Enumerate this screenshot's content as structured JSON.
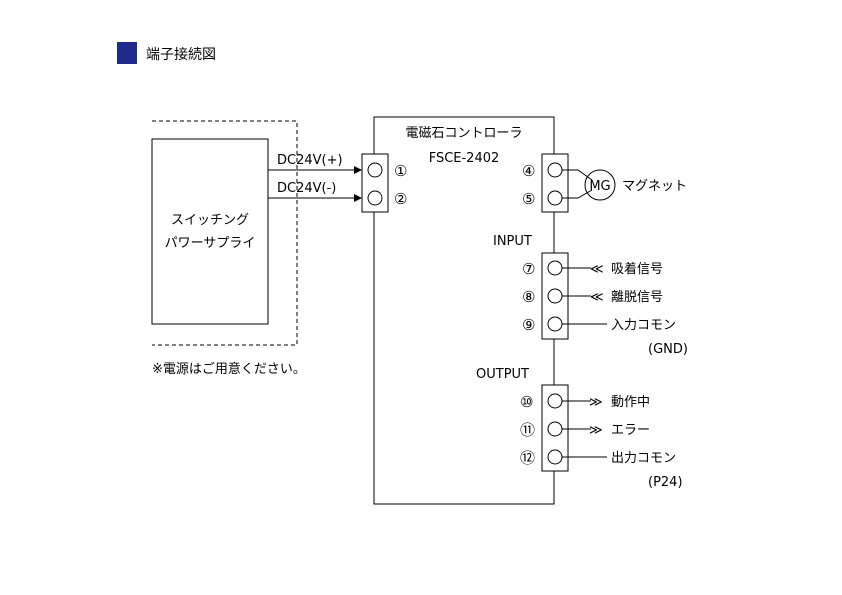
{
  "header": {
    "title": "端子接続図",
    "marker_color": "#1f2a8c"
  },
  "power_supply": {
    "line1": "スイッチング",
    "line2": "パワーサプライ",
    "note": "※電源はご用意ください。"
  },
  "controller": {
    "name": "電磁石コントローラ",
    "model": "FSCE-2402"
  },
  "power_terminals": [
    {
      "num": "①",
      "wire": "DC24V(+)"
    },
    {
      "num": "②",
      "wire": "DC24V(-)"
    }
  ],
  "magnet_terminals": [
    {
      "num": "④"
    },
    {
      "num": "⑤"
    }
  ],
  "magnet": {
    "symbol": "MG",
    "label": "マグネット"
  },
  "input": {
    "title": "INPUT",
    "terminals": [
      {
        "num": "⑦",
        "arrow": "≪",
        "label": "吸着信号"
      },
      {
        "num": "⑧",
        "arrow": "≪",
        "label": "離脱信号"
      },
      {
        "num": "⑨",
        "arrow": "",
        "label": "入力コモン",
        "sub": "(GND)"
      }
    ]
  },
  "output": {
    "title": "OUTPUT",
    "terminals": [
      {
        "num": "⑩",
        "arrow": "≫",
        "label": "動作中"
      },
      {
        "num": "⑪",
        "arrow": "≫",
        "label": "エラー"
      },
      {
        "num": "⑫",
        "arrow": "",
        "label": "出力コモン",
        "sub": "(P24)"
      }
    ]
  }
}
